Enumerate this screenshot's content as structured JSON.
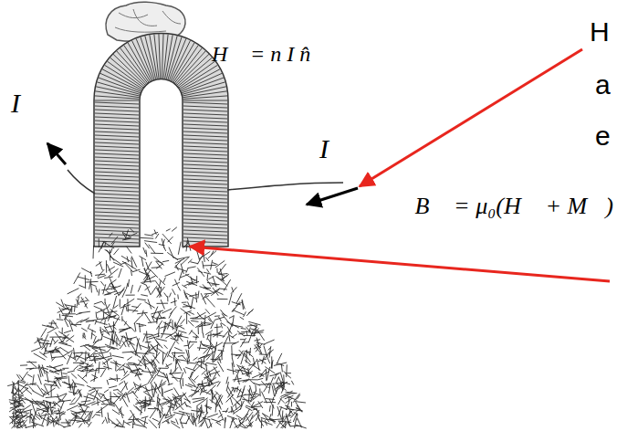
{
  "diagram": {
    "labels": [
      "H",
      "H⃗ = n I n̂",
      "a",
      "I",
      "e",
      "I",
      "B⃗ = μ₀(H⃗ + M⃗)"
    ]
  }
}
